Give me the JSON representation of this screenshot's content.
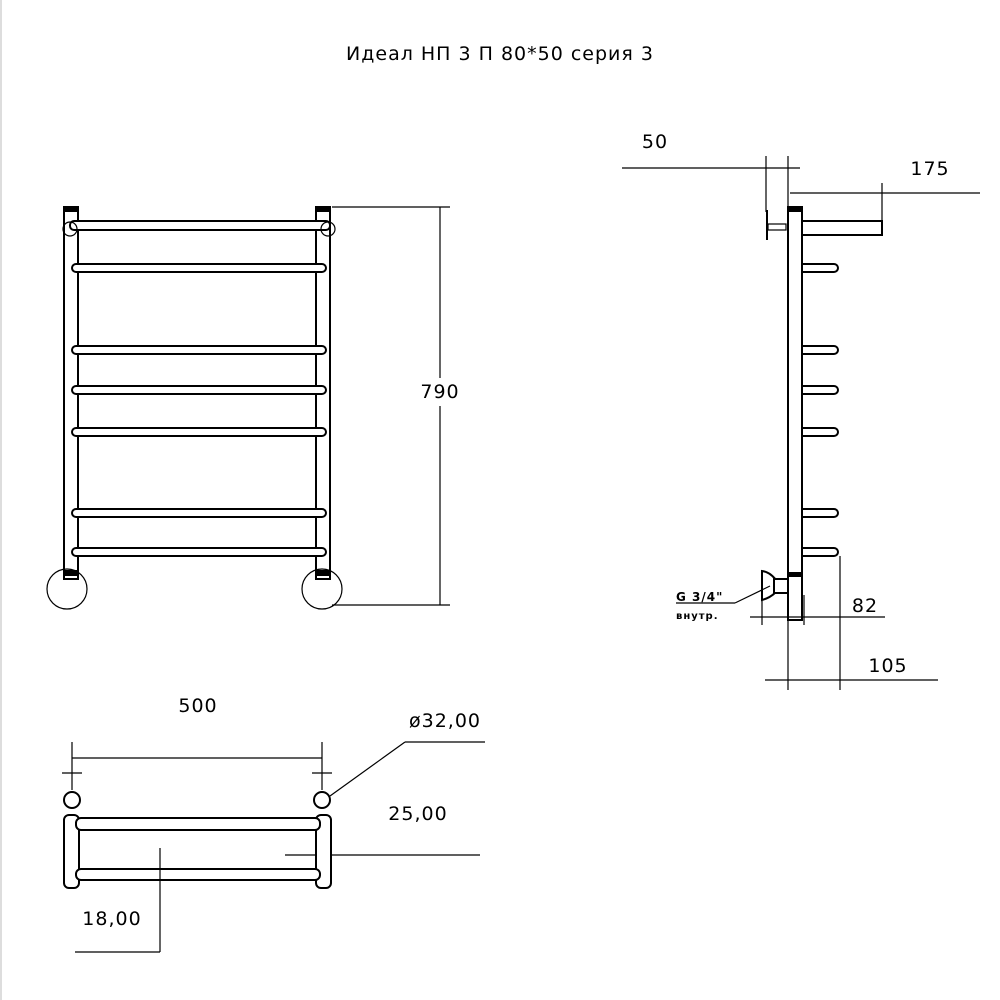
{
  "title": "Идеал НП 3 П 80*50 серия 3",
  "front_view": {
    "height_label": "790"
  },
  "side_view": {
    "wall_offset_label": "50",
    "depth_label": "175",
    "thread_label": "G 3/4\"",
    "thread_note": "внутр.",
    "connection_offset_label": "82",
    "bottom_depth_label": "105"
  },
  "top_view": {
    "width_label": "500",
    "diameter_label": "ø32,00",
    "rung_offset_label": "25,00",
    "rung_diameter_label": "18,00"
  }
}
